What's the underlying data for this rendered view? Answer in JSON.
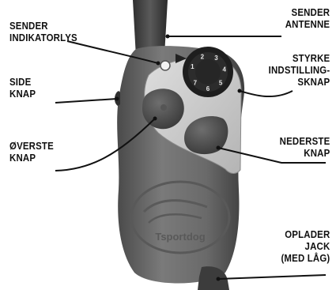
{
  "labels": {
    "sender_indikatorlys": [
      "SENDER",
      "INDIKATORLYS"
    ],
    "side_knap": [
      "SIDE",
      "KNAP"
    ],
    "overste_knap": [
      "ØVERSTE",
      "KNAP"
    ],
    "sender_antenne": [
      "SENDER",
      "ANTENNE"
    ],
    "styrke_indstilling": [
      "STYRKE",
      "INDSTILLING-",
      "SKNAP"
    ],
    "nederste_knap": [
      "NEDERSTE",
      "KNAP"
    ],
    "oplader_jack": [
      "OPLADER",
      "JACK",
      "(MED LÅG)"
    ]
  },
  "dial": {
    "numbers": [
      "1",
      "2",
      "3",
      "4",
      "5",
      "6",
      "7"
    ]
  },
  "logo": {
    "text": "Tsportdog"
  },
  "colors": {
    "body": "#6d6d6d",
    "faceplate": "#c9c9c9",
    "leader_line": "#111111",
    "dial": "#1e1e1e"
  }
}
